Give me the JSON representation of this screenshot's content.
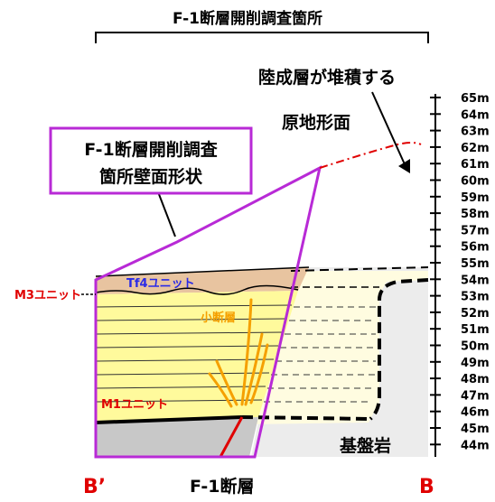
{
  "title": "F-1断層開削調査箇所",
  "labels": {
    "deposit": "陸成層が堆積する",
    "original_ground": "原地形面",
    "wall_box_line1": "F-1断層開削調査",
    "wall_box_line2": "箇所壁面形状",
    "tf4": "Tf4ユニット",
    "m3": "M3ユニット",
    "small_fault": "小断層",
    "m1": "M1ユニット",
    "bedrock": "基盤岩",
    "fault": "F-1断層",
    "b_prime": "B’",
    "b": "B"
  },
  "scale_labels": [
    "65m",
    "64m",
    "63m",
    "62m",
    "61m",
    "60m",
    "59m",
    "58m",
    "57m",
    "56m",
    "55m",
    "54m",
    "53m",
    "52m",
    "51m",
    "50m",
    "49m",
    "48m",
    "47m",
    "46m",
    "45m",
    "44m"
  ],
  "colors": {
    "tf4_fill": "#e8c4a0",
    "m_unit_fill": "#fffa9c",
    "bedrock_fill": "#c8c8c8",
    "box_border": "#b82ad6",
    "m3_label": "#e00000",
    "m1_label": "#e00000",
    "tf4_label": "#2a2ae8",
    "small_fault": "#f5a000",
    "fault_line": "#e00000",
    "b_labels": "#e00000"
  }
}
